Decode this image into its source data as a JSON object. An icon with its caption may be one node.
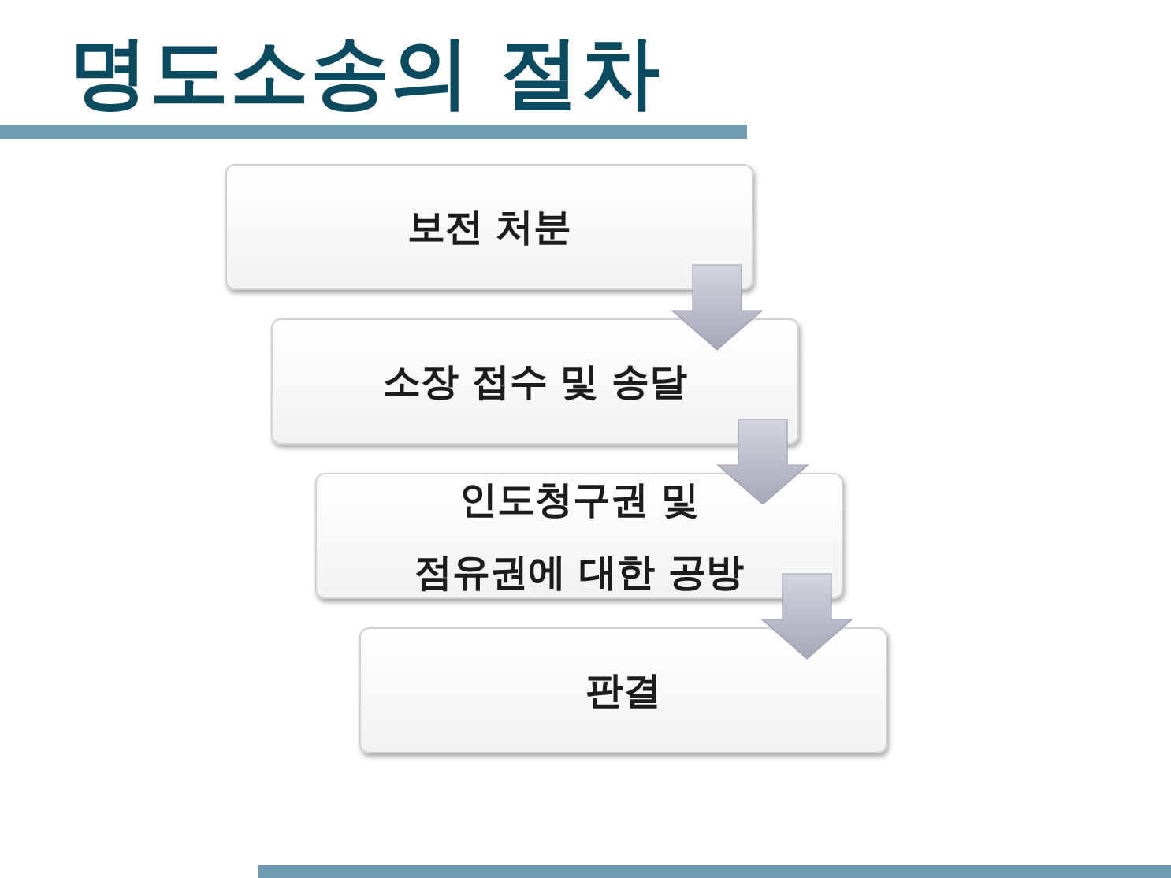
{
  "diagram": {
    "title": "명도소송의 절차",
    "nodes": [
      {
        "text": [
          "보전 처분"
        ]
      },
      {
        "text": [
          "소장 접수 및 송달"
        ]
      },
      {
        "text": [
          "인도청구권 및 점유권에 대한 공방"
        ]
      },
      {
        "text": [
          "판결"
        ]
      }
    ],
    "edges": [
      {
        "from": 0,
        "to": 1,
        "arrow": "to"
      },
      {
        "from": 1,
        "to": 2,
        "arrow": "to"
      },
      {
        "from": 2,
        "to": 3,
        "arrow": "to"
      }
    ]
  }
}
